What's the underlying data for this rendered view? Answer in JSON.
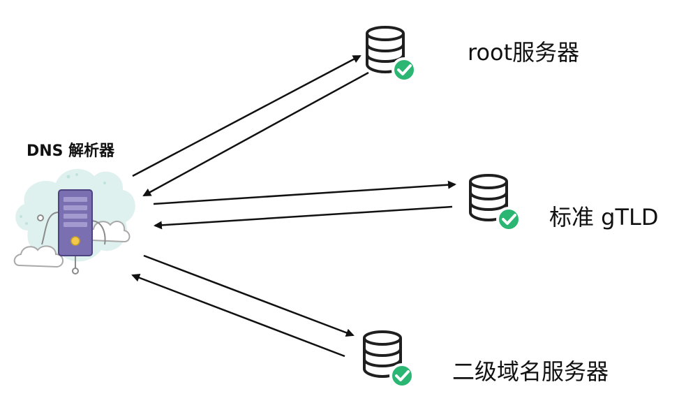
{
  "resolver": {
    "title": "DNS 解析器",
    "icon": "cloud-server-icon"
  },
  "servers": [
    {
      "label": "root服务器",
      "icon": "database-check-icon"
    },
    {
      "label": "标准 gTLD",
      "icon": "database-check-icon"
    },
    {
      "label": "二级域名服务器",
      "icon": "database-check-icon"
    }
  ],
  "colors": {
    "arrow": "#111111",
    "database_stroke": "#1f1f1f",
    "check_badge": "#2bb673",
    "cloud_fill": "#dff1ee",
    "server_body": "#7a6fb0",
    "server_light": "#f2c94c"
  }
}
